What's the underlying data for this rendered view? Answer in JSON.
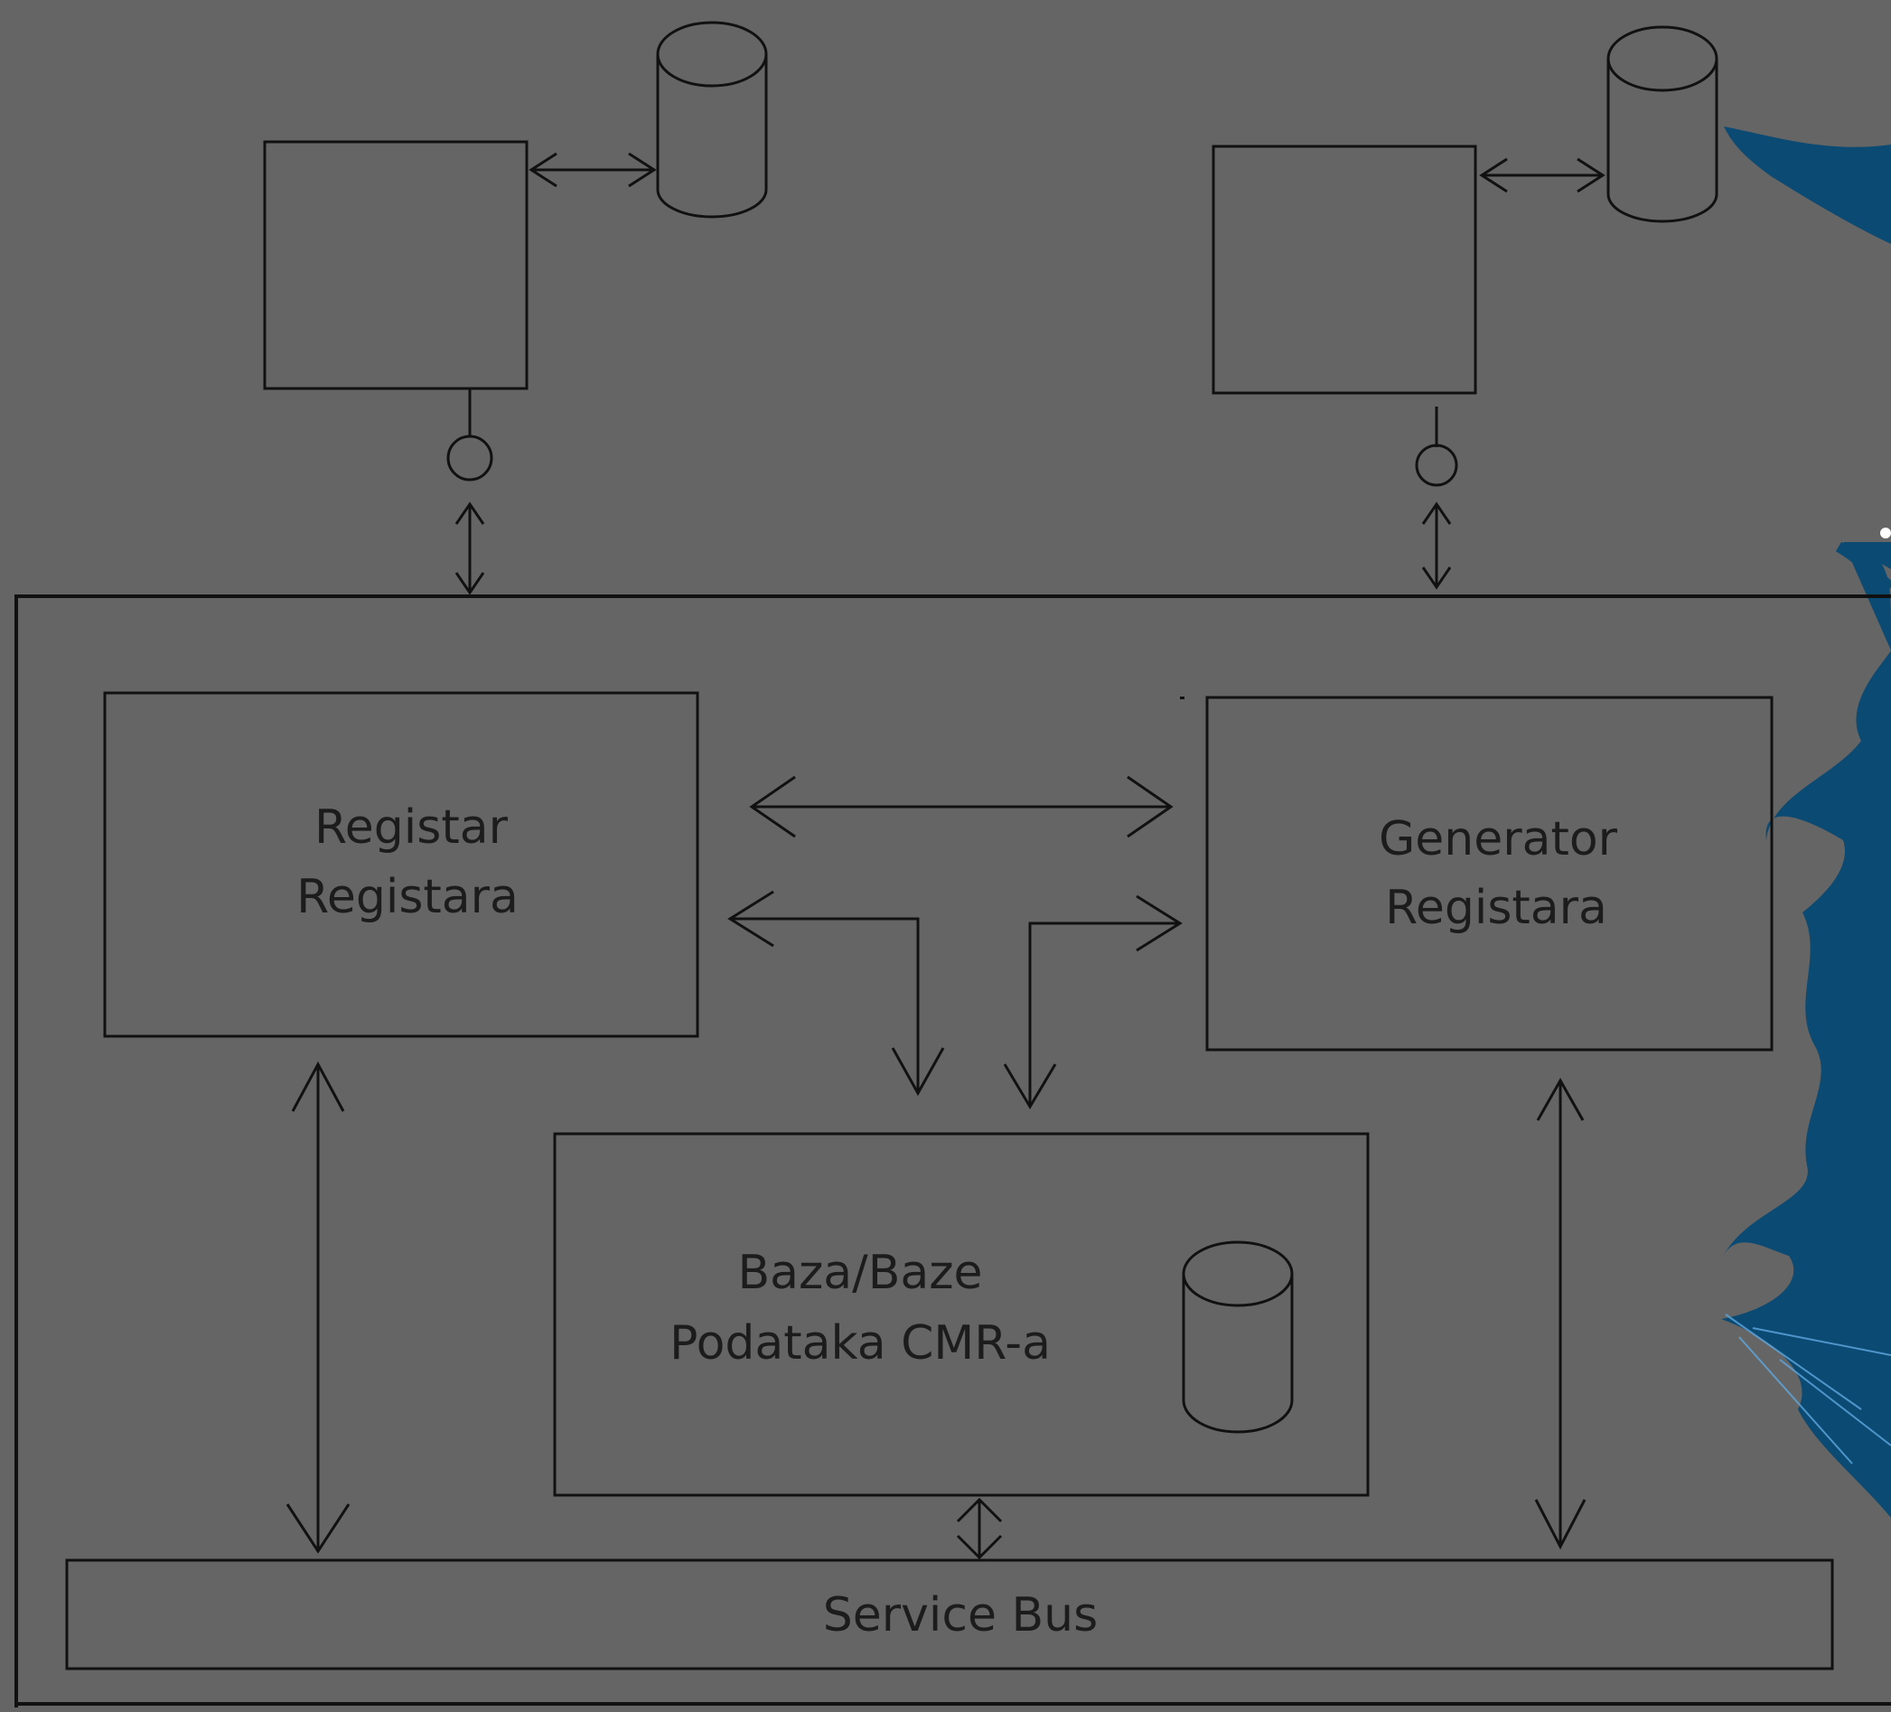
{
  "diagram": {
    "background_color": "#656565",
    "line_color": "#111111",
    "accent_color": "#0b4a73",
    "nodes": {
      "registar_registara": {
        "line1": "Registar",
        "line2": "Registara"
      },
      "generator_registara": {
        "line1": "Generator",
        "line2": "Registara"
      },
      "baza_podataka": {
        "line1": "Baza/Baze",
        "line2": "Podataka CMR-a"
      },
      "service_bus": {
        "label": "Service Bus"
      }
    },
    "icons": [
      "database-icon",
      "interface-lollipop-icon",
      "bidirectional-arrow"
    ]
  }
}
